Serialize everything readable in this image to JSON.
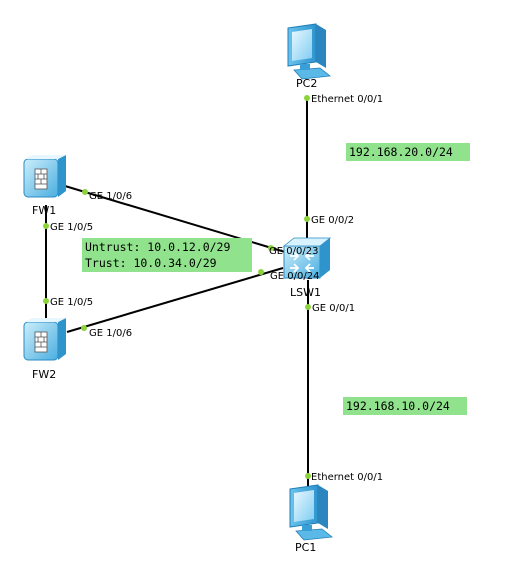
{
  "colors": {
    "link": "#000000",
    "port_dot": "#8bd33a",
    "label_box": "#90e38c",
    "device_blue": "#4fb7e8"
  },
  "devices": {
    "pc2": "PC2",
    "pc1": "PC1",
    "fw1": "FW1",
    "fw2": "FW2",
    "lsw1": "LSW1"
  },
  "ports": {
    "pc2_eth": "Ethernet 0/0/1",
    "lsw1_ge002": "GE 0/0/2",
    "lsw1_ge0023": "GE 0/0/23",
    "lsw1_ge0024": "GE 0/0/24",
    "lsw1_ge001": "GE 0/0/1",
    "pc1_eth": "Ethernet 0/0/1",
    "fw1_ge106": "GE 1/0/6",
    "fw1_ge105": "GE 1/0/5",
    "fw2_ge105": "GE 1/0/5",
    "fw2_ge106": "GE 1/0/6"
  },
  "networks": {
    "net_pc2": "192.168.20.0/24",
    "net_pc1": "192.168.10.0/24",
    "untrust": "Untrust: 10.0.12.0/29",
    "trust": "Trust: 10.0.34.0/29"
  }
}
